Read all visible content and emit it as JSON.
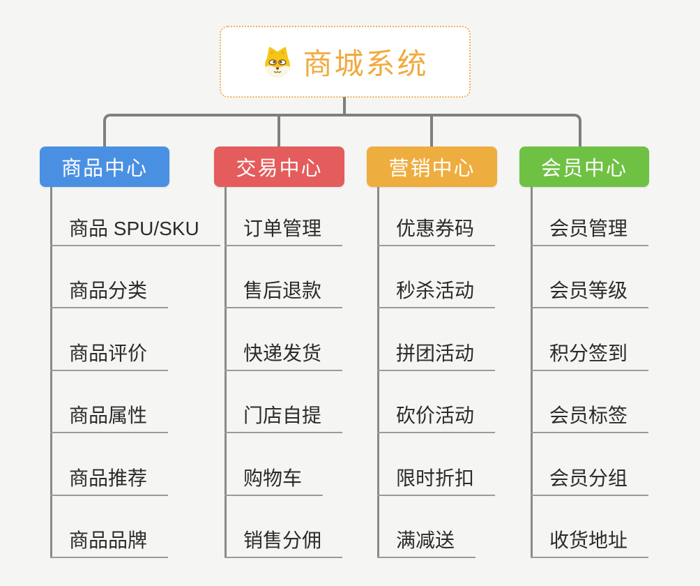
{
  "background_color": "#f5f5f3",
  "connector": {
    "line_color": "#7f7f7f",
    "underline_color": "#9a9a9a"
  },
  "root": {
    "title": "商城系统",
    "icon": "dog-face-icon",
    "title_color": "#f0aa3e",
    "border_color": "#eaaf52",
    "fill_color": "#ffffff"
  },
  "branches": [
    {
      "label": "商品中心",
      "color": "#4a90e2",
      "children": [
        "商品 SPU/SKU",
        "商品分类",
        "商品评价",
        "商品属性",
        "商品推荐",
        "商品品牌"
      ]
    },
    {
      "label": "交易中心",
      "color": "#e45c5c",
      "children": [
        "订单管理",
        "售后退款",
        "快递发货",
        "门店自提",
        "购物车",
        "销售分佣"
      ]
    },
    {
      "label": "营销中心",
      "color": "#eead3f",
      "children": [
        "优惠券码",
        "秒杀活动",
        "拼团活动",
        "砍价活动",
        "限时折扣",
        "满减送"
      ]
    },
    {
      "label": "会员中心",
      "color": "#6fc143",
      "children": [
        "会员管理",
        "会员等级",
        "积分签到",
        "会员标签",
        "会员分组",
        "收货地址"
      ]
    }
  ]
}
